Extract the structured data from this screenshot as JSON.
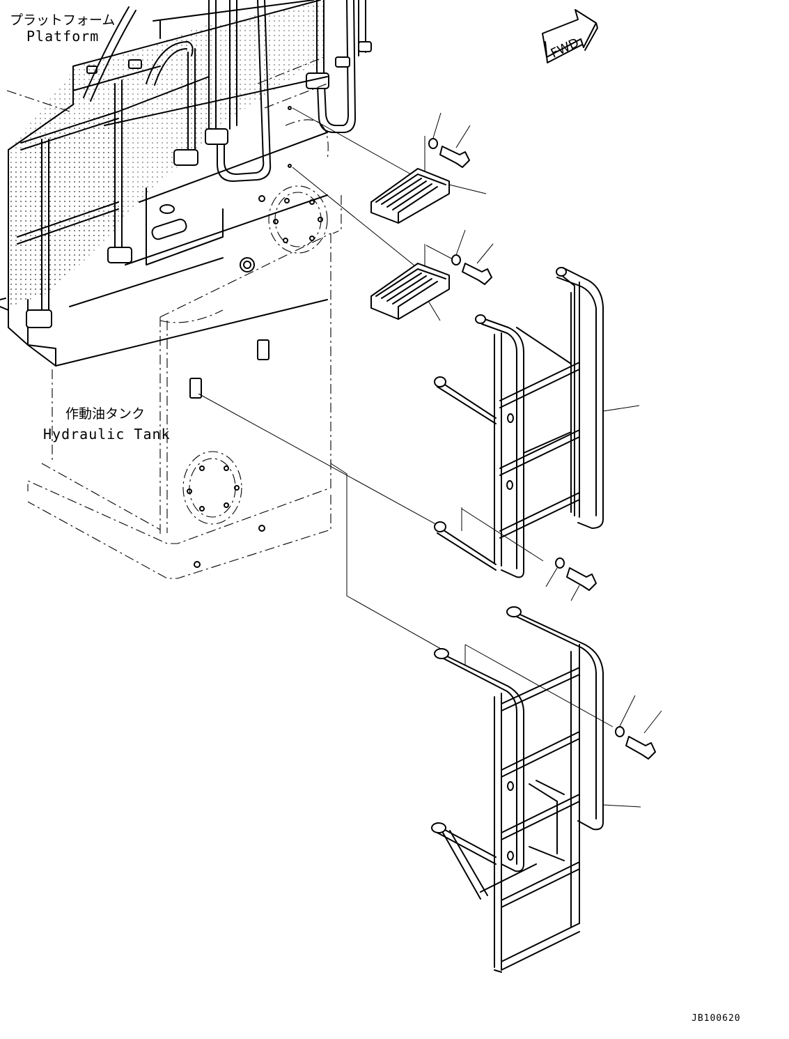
{
  "labels": {
    "platform_jp": "プラットフォーム",
    "platform_en": "Platform",
    "tank_jp": "作動油タンク",
    "tank_en": "Hydraulic Tank",
    "fwd": "FWD",
    "drawing_code": "JB100620"
  },
  "parts": [
    {
      "name": "upper-step-plate"
    },
    {
      "name": "lower-step-plate"
    },
    {
      "name": "upper-ladder"
    },
    {
      "name": "lower-ladder"
    }
  ],
  "colors": {
    "line": "#000000",
    "background": "#ffffff"
  }
}
